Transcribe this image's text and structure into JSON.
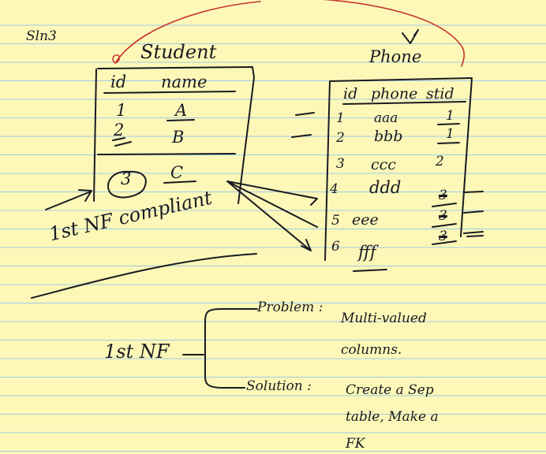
{
  "title": "Sln3",
  "student_table": {
    "name": "Student",
    "headers": [
      "id",
      "name"
    ],
    "rows": [
      {
        "id": "1",
        "name": "A"
      },
      {
        "id": "2",
        "name": "B"
      },
      {
        "id": "3",
        "name": "C"
      }
    ]
  },
  "phone_table": {
    "name": "Phone",
    "headers": [
      "id",
      "phone",
      "stid"
    ],
    "rows": [
      {
        "id": "1",
        "phone": "aaa",
        "stid": "1"
      },
      {
        "id": "2",
        "phone": "bbb",
        "stid": "1"
      },
      {
        "id": "3",
        "phone": "ccc",
        "stid": "2"
      },
      {
        "id": "4",
        "phone": "ddd",
        "stid": "3"
      },
      {
        "id": "5",
        "phone": "eee",
        "stid": "3"
      },
      {
        "id": "6",
        "phone": "fff",
        "stid": "3"
      }
    ]
  },
  "compliance_note": "1st NF compliant",
  "nf_summary": {
    "label": "1st NF",
    "problem_label": "Problem :",
    "problem_text": "Multi-valued columns.",
    "solution_label": "Solution :",
    "solution_text": "Create a Sep table, Make a FK"
  }
}
